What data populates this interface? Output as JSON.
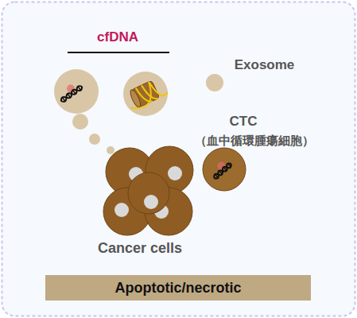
{
  "diagram": {
    "nodes": [
      {
        "text": [
          "Exosome"
        ]
      },
      {
        "text": [
          "CTC",
          "（血中循環腫瘍細胞）"
        ]
      },
      {
        "text": [
          "Cancer cells"
        ]
      },
      {
        "text": [
          "Apoptotic/necrotic"
        ]
      }
    ],
    "labels": [
      "cfDNA"
    ]
  }
}
